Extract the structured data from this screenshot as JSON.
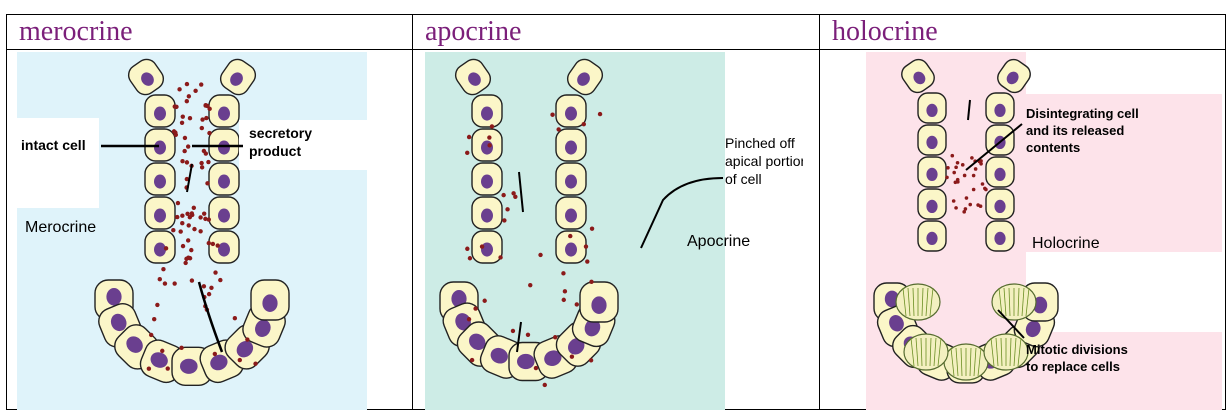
{
  "headers": [
    "merocrine",
    "apocrine",
    "holocrine"
  ],
  "merocrine": {
    "label_intact_cell": "intact cell",
    "label_secretory_1": "secretory",
    "label_secretory_2": "product",
    "label_name": "Merocrine",
    "bg_color": "#dff3fa"
  },
  "apocrine": {
    "label_pinched_1": "Pinched off",
    "label_pinched_2": "apical portion",
    "label_pinched_3": "of cell",
    "label_name": "Apocrine",
    "bg_color": "#cdece6"
  },
  "holocrine": {
    "label_disint_1": "Disintegrating cell",
    "label_disint_2": "and its released",
    "label_disint_3": "contents",
    "label_name": "Holocrine",
    "label_mitotic_1": "Mitotic divisions",
    "label_mitotic_2": "to replace cells",
    "bg_color": "#fde3ea"
  },
  "colors": {
    "header_text": "#7b1f7a",
    "cell_fill": "#fbf6c8",
    "nucleus": "#6a3f8f",
    "granule": "#8b1a1a"
  }
}
